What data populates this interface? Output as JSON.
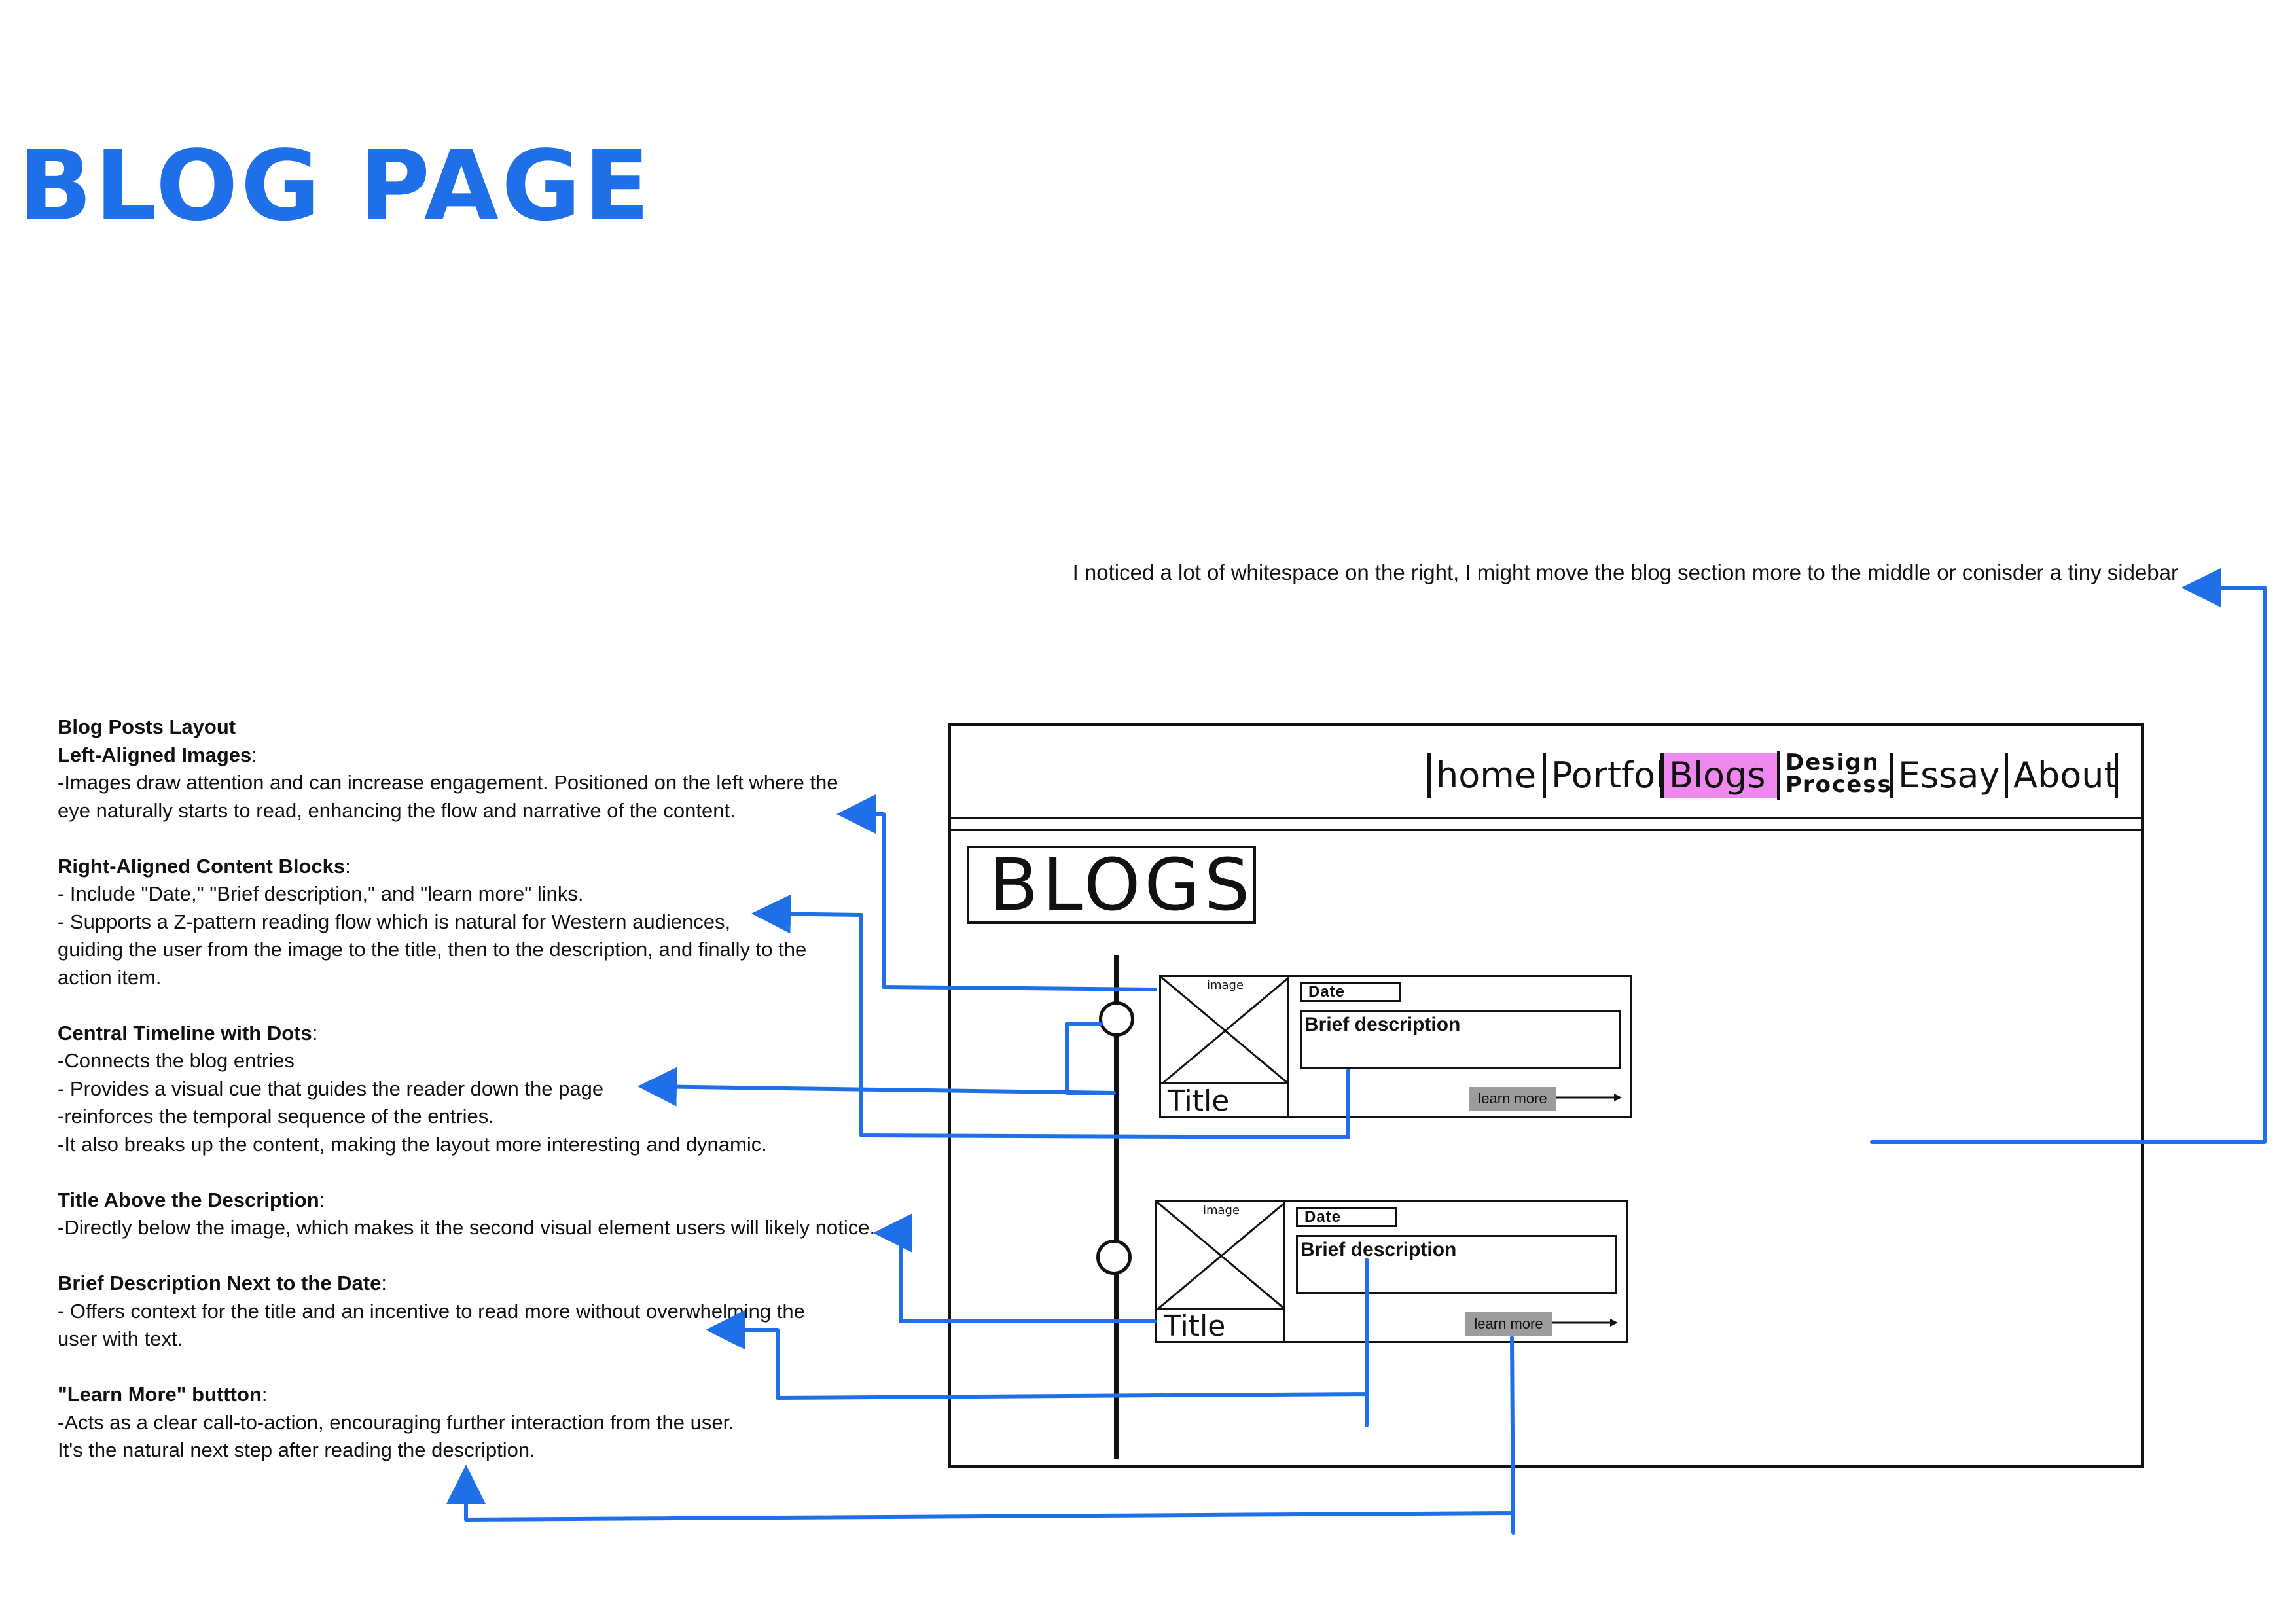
{
  "page_title": "BLOG PAGE",
  "top_note": "I noticed a lot of whitespace on the right, I might move the blog section more to the middle or conisder a tiny sidebar",
  "notes": {
    "layout_heading": "Blog Posts Layout",
    "sections": [
      {
        "heading": "Left-Aligned Images",
        "lines": [
          "-Images draw attention and can increase engagement. Positioned on the left where the",
          "eye naturally starts to read, enhancing the flow and narrative of the content."
        ]
      },
      {
        "heading": "Right-Aligned Content Blocks",
        "lines": [
          "- Include \"Date,\" \"Brief description,\" and \"learn more\" links.",
          "- Supports a Z-pattern reading flow which is natural for Western audiences,",
          "guiding the user from the image to the title, then to the description, and finally to the",
          "action item."
        ]
      },
      {
        "heading": "Central Timeline with Dots",
        "lines": [
          "-Connects the blog entries",
          "- Provides a visual cue that guides the reader down the page",
          "-reinforces the temporal sequence of the entries.",
          "-It also breaks up the content, making the layout more interesting and dynamic."
        ]
      },
      {
        "heading": "Title Above the Description",
        "lines": [
          "-Directly below the image, which makes it the second visual element users will likely notice."
        ]
      },
      {
        "heading": "Brief Description Next to the Date",
        "lines": [
          "- Offers context for the title and an incentive to read more without overwhelming the",
          "user with text."
        ]
      },
      {
        "heading": "\"Learn More\" buttton",
        "lines": [
          "-Acts as a clear call-to-action, encouraging further interaction from the user.",
          "It's the natural next step after reading the description."
        ]
      }
    ]
  },
  "wireframe": {
    "nav": {
      "home": "home",
      "portfolio": "Portfolio",
      "blogs": "Blogs",
      "design_1": "Design",
      "design_2": "Process",
      "essay": "Essay",
      "about": "About"
    },
    "heading": "BLOGS",
    "cards": [
      {
        "image_label": "image",
        "title": "Title",
        "date": "Date",
        "description": "Brief description",
        "button": "learn more"
      },
      {
        "image_label": "image",
        "title": "Title",
        "date": "Date",
        "description": "Brief description",
        "button": "learn more"
      }
    ]
  },
  "colors": {
    "accent_blue": "#1f6fe8",
    "active_nav": "#ee88ee",
    "button_gray": "#9c9c9c"
  }
}
